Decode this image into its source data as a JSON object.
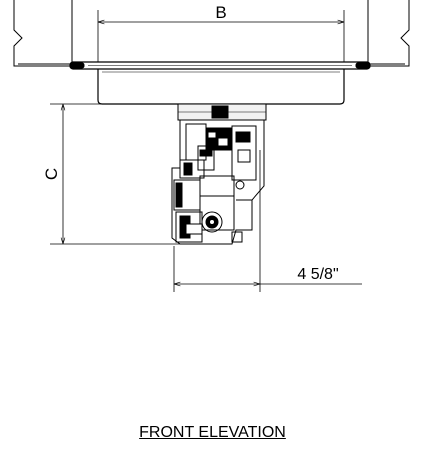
{
  "dimensions": {
    "width_label": "B",
    "height_label": "C",
    "offset_label": "4 5/8\""
  },
  "caption": "FRONT ELEVATION"
}
